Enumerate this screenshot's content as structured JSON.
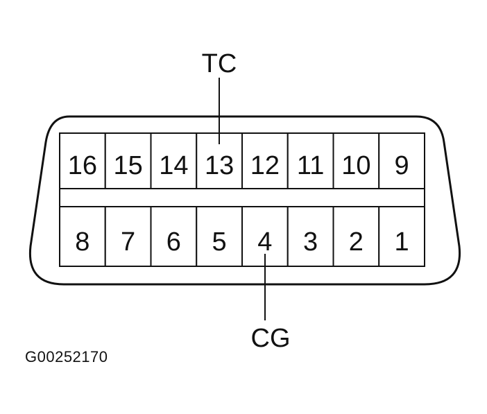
{
  "connector": {
    "top_row": [
      "16",
      "15",
      "14",
      "13",
      "12",
      "11",
      "10",
      "9"
    ],
    "bottom_row": [
      "8",
      "7",
      "6",
      "5",
      "4",
      "3",
      "2",
      "1"
    ]
  },
  "callouts": {
    "top": {
      "label": "TC",
      "pin": "13"
    },
    "bottom": {
      "label": "CG",
      "pin": "4"
    }
  },
  "reference_code": "G00252170"
}
